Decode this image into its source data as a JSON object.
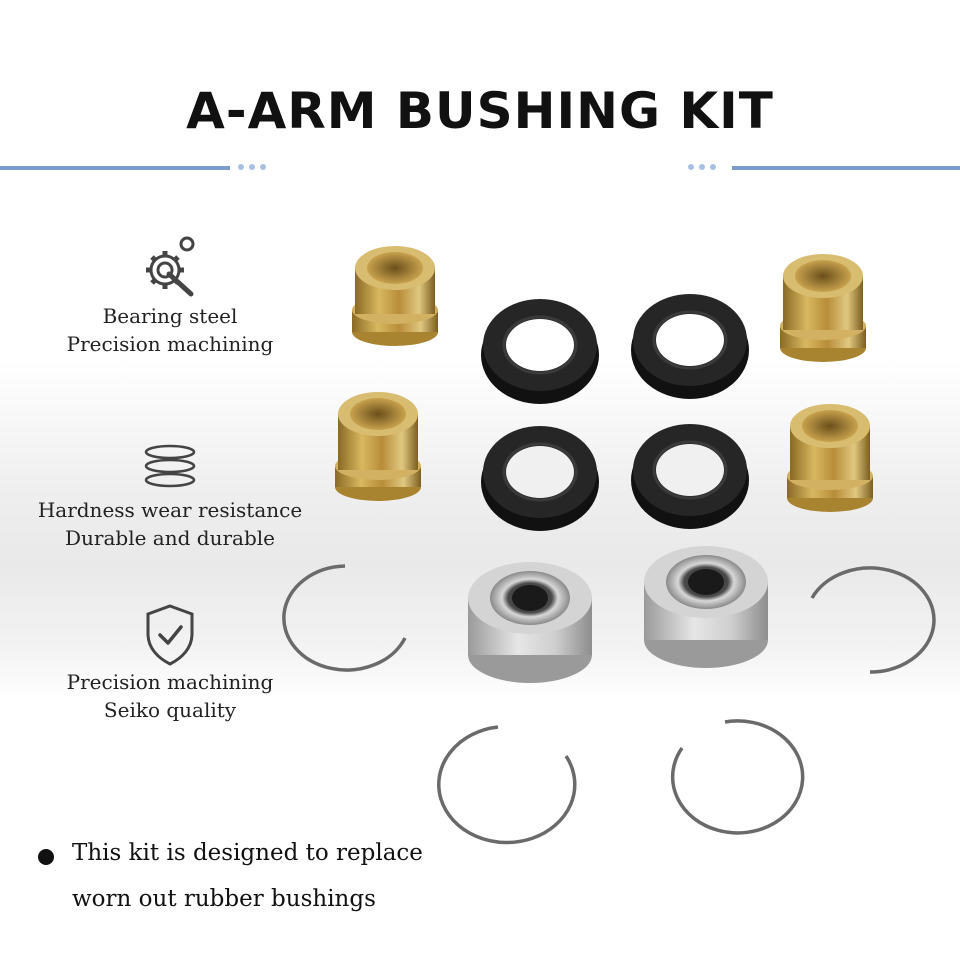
{
  "title": "A-ARM BUSHING KIT",
  "features": [
    {
      "icon": "gear-wrench-icon",
      "lines": [
        "Bearing steel",
        "Precision machining"
      ]
    },
    {
      "icon": "rings-icon",
      "lines": [
        "Hardness wear resistance",
        "Durable and durable"
      ]
    },
    {
      "icon": "shield-check-icon",
      "lines": [
        "Precision machining",
        "Seiko quality"
      ]
    }
  ],
  "note": {
    "line1": "This kit is designed to replace",
    "line2": "worn out rubber bushings"
  },
  "colors": {
    "accent": "#7b9ccc",
    "dots": "#a8c0e4",
    "text": "#111111",
    "bushing_brass": "#c9a24a",
    "seal_black": "#1c1c1c",
    "bearing_steel": "#c8c8c8"
  }
}
